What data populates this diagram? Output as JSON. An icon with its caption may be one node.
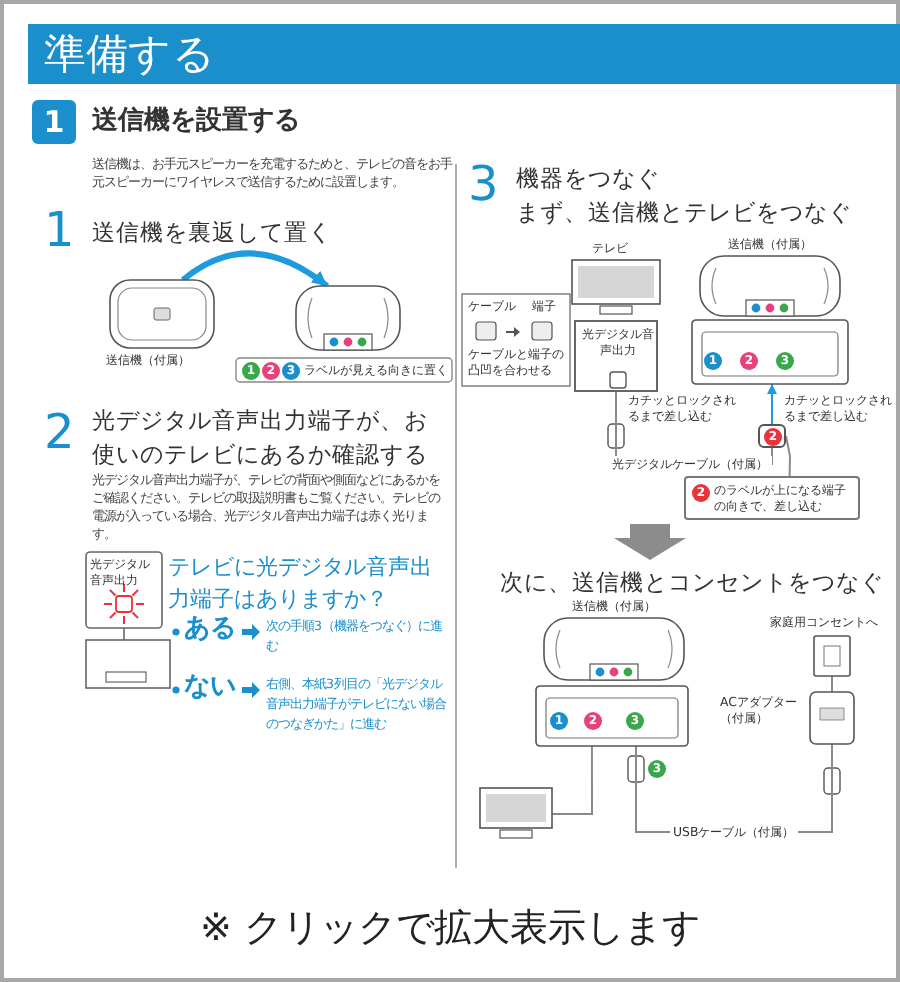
{
  "diagram": {
    "title": "準備する",
    "caption": "※ クリックで拡大表示します",
    "nodes": [
      {
        "text": [],
        "shape": "picture",
        "beside": [
          "送信機（付属）"
        ]
      },
      {
        "text": [],
        "shape": "picture"
      },
      {
        "text": [],
        "shape": "picture",
        "beside": [
          "テレビ"
        ]
      },
      {
        "text": [
          "光デジタル音声出力"
        ]
      },
      {
        "text": [],
        "shape": "picture",
        "beside": [
          "送信機（付属）"
        ]
      },
      {
        "text": [],
        "shape": "picture"
      },
      {
        "text": [
          "2",
          "のラベルが上になる端子の向きで、差し込む"
        ]
      },
      {
        "text": [],
        "shape": "picture",
        "beside": [
          "送信機（付属）"
        ]
      },
      {
        "text": [],
        "shape": "picture"
      },
      {
        "text": [],
        "shape": "picture"
      },
      {
        "text": [],
        "shape": "picture",
        "beside": [
          "ACアダプター（付属）"
        ]
      },
      {
        "text": [],
        "shape": "picture",
        "beside": [
          "家庭用コンセントへ"
        ]
      },
      {
        "text": [
          "2"
        ]
      }
    ],
    "edges": [
      {
        "from": 0,
        "to": 1,
        "arrow": "to",
        "style": "thick",
        "color": "#1e9be0"
      },
      {
        "from": 3,
        "to": 12,
        "arrow": "none",
        "label": "光デジタルケーブル（付属）"
      },
      {
        "from": 6,
        "to": 12,
        "arrow": "none"
      },
      {
        "from": 8,
        "to": 9,
        "arrow": "none"
      },
      {
        "from": 8,
        "to": 10,
        "arrow": "none",
        "label": "USBケーブル（付属）"
      },
      {
        "from": 10,
        "to": 11,
        "arrow": "none"
      },
      {
        "from": 12,
        "to": 5,
        "arrow": "to",
        "color": "#1e9be0"
      }
    ],
    "labels": [
      "1",
      "送信機を設置する",
      "送信機は、お手元スピーカーを充電するためと、テレビの音をお手元スピーカーにワイヤレスで送信するために設置します。",
      "1",
      "送信機を裏返して置く",
      "1",
      "2",
      "3",
      "ラベルが見える向きに置く",
      "2",
      "光デジタル音声出力端子が、お使いのテレビにあるか確認する",
      "光デジタル音声出力端子が、テレビの背面や側面などにあるかをご確認ください。テレビの取扱説明書もご覧ください。テレビの電源が入っている場合、光デジタル音声出力端子は赤く光ります。",
      "光デジタル音声出力",
      "テレビに光デジタル音声出力端子はありますか？",
      "ある",
      "次の手順3（機器をつなぐ）に進む",
      "ない",
      "右側、本紙3列目の「光デジタル音声出力端子がテレビにない場合のつなぎかた」に進む",
      "3",
      "機器をつなぐ",
      "まず、送信機とテレビをつなぐ",
      "ケーブル",
      "端子",
      "ケーブルと端子の凸凹を合わせる",
      "1",
      "2",
      "3",
      "カチッとロックされるまで差し込む",
      "カチッとロックされるまで差し込む",
      "次に、送信機とコンセントをつなぐ",
      "1",
      "2",
      "3",
      "3"
    ]
  }
}
